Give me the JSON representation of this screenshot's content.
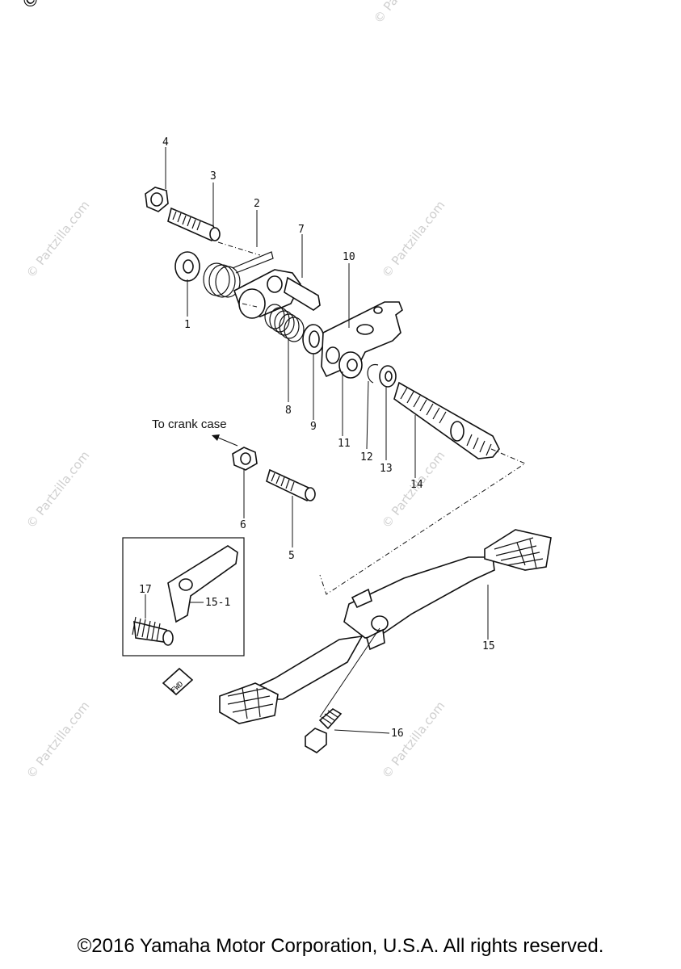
{
  "watermark": {
    "corner_text": "© Pa",
    "repeat_text": "© Partzilla.com"
  },
  "callouts": {
    "c1": "1",
    "c2": "2",
    "c3": "3",
    "c4": "4",
    "c5": "5",
    "c6": "6",
    "c7": "7",
    "c8": "8",
    "c9": "9",
    "c10": "10",
    "c11": "11",
    "c12": "12",
    "c13": "13",
    "c14": "14",
    "c15": "15",
    "c15_1": "15-1",
    "c16": "16",
    "c17": "17"
  },
  "annotation": {
    "to_crank_case": "To crank case",
    "fwd": "FWD"
  },
  "footer": {
    "copyright": "©2016 Yamaha Motor Corporation, U.S.A. All rights reserved."
  }
}
